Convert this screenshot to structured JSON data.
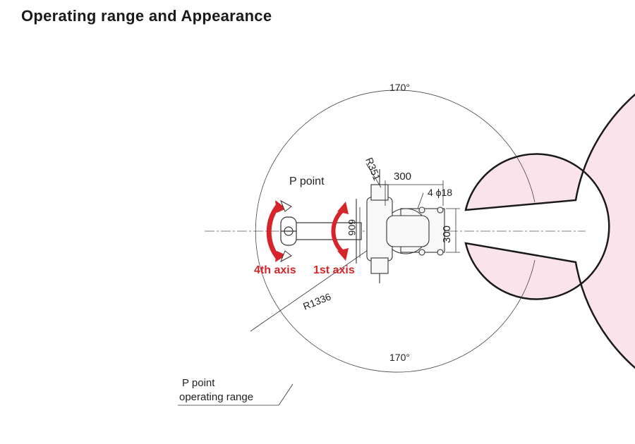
{
  "title": "Operating range and Appearance",
  "labels": {
    "angle_top": "170°",
    "angle_bottom": "170°",
    "p_point": "P point",
    "r351": "R351",
    "dim_300_top": "300",
    "hole_spec": "4 ϕ18",
    "dim_300_right": "300",
    "dim_606": "606",
    "axis4": "4th axis",
    "axis1": "1st axis",
    "r1336": "R1336",
    "range_line1": "P point",
    "range_line2": "operating range"
  },
  "colors": {
    "range_fill": "#fbe3ec",
    "outline": "#1a1a1a",
    "axis_red": "#d6252a"
  }
}
